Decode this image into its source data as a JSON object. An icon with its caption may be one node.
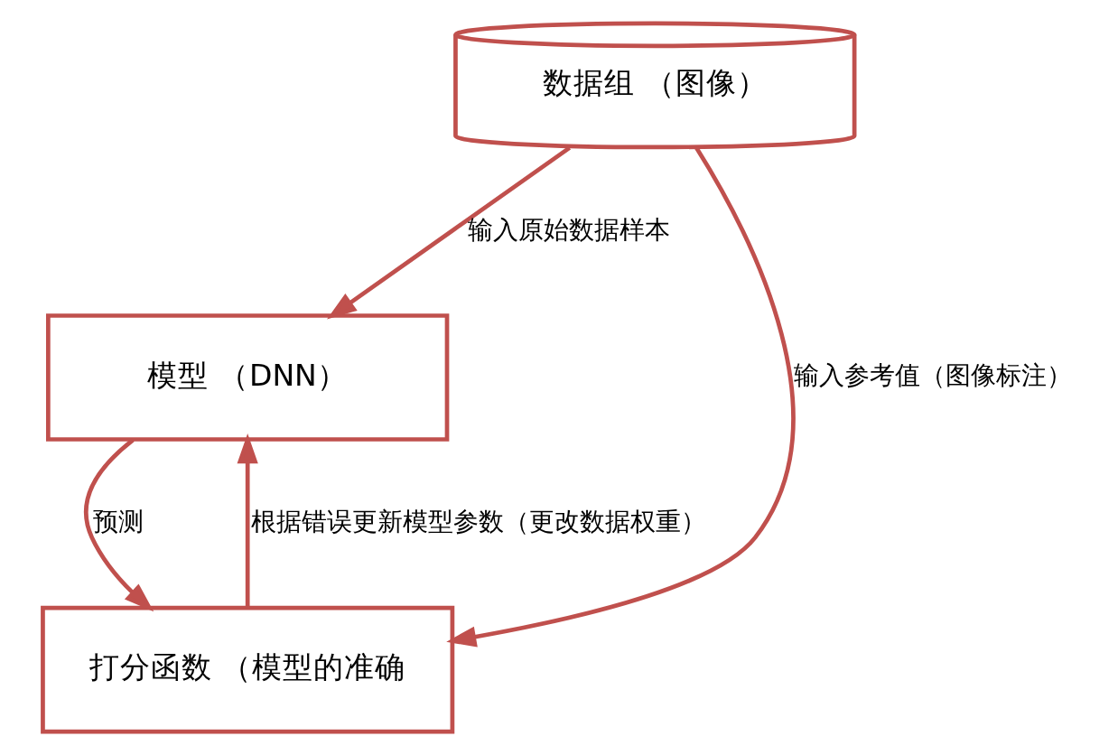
{
  "diagram": {
    "nodes": [
      {
        "text": [
          "数据组 （图像）"
        ]
      },
      {
        "text": [
          "模型 （DNN）"
        ]
      },
      {
        "text": [
          "打分函数 （模型的准确"
        ]
      }
    ],
    "edges": [
      {
        "from": 0,
        "to": 1,
        "arrow": "to",
        "label": "输入原始数据样本"
      },
      {
        "from": 1,
        "to": 2,
        "arrow": "to",
        "label": "预测"
      },
      {
        "from": 2,
        "to": 1,
        "arrow": "to",
        "label": "根据错误更新模型参数（更改数据权重）"
      },
      {
        "from": 0,
        "to": 2,
        "arrow": "to",
        "label": "输入参考值（图像标注）"
      }
    ]
  }
}
